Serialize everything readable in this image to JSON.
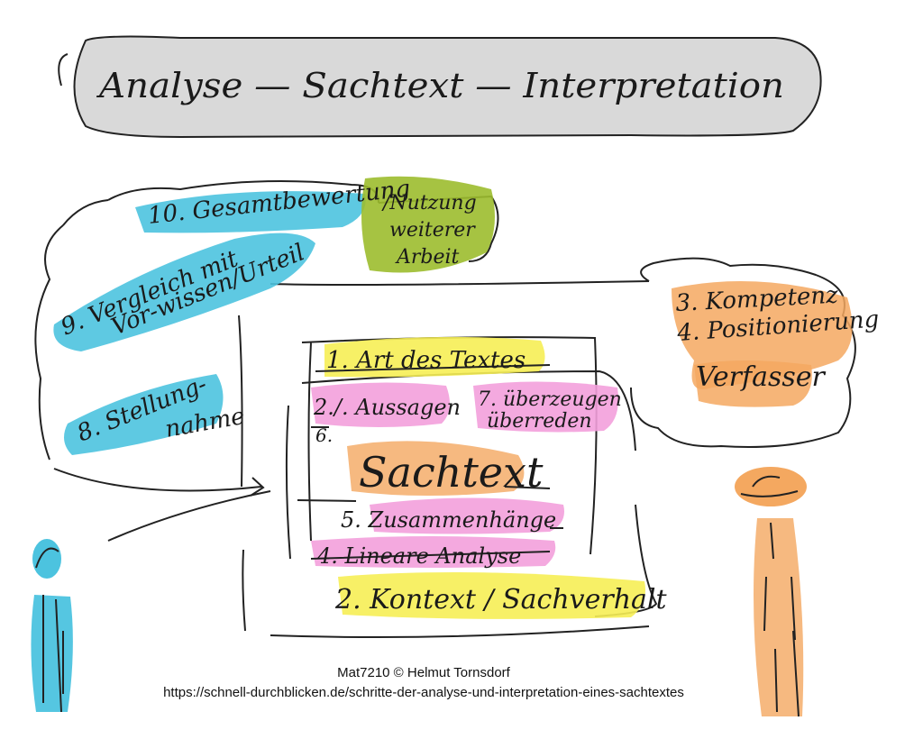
{
  "title": "Analyse — Sachtext — Interpretation",
  "left_cloud": {
    "item10": "10. Gesamtbewertung",
    "nutzung": [
      "/Nutzung",
      "weiterer",
      "Arbeit"
    ],
    "item9": [
      "9. Vergleich mit",
      "Vor-wissen/Urteil"
    ],
    "item8": [
      "8. Stellung-",
      "nahme"
    ]
  },
  "right_cloud": {
    "item3": "3. Kompetenz",
    "item4": "4. Positionierung",
    "verfasser": "Verfasser"
  },
  "center_box": {
    "item1": "1. Art des Textes",
    "item2_6": [
      "2./. Aussagen",
      "6."
    ],
    "item7": [
      "7. überzeugen",
      "überreden"
    ],
    "center": "Sachtext",
    "item5": "5. Zusammenhänge",
    "item4": "4. Lineare Analyse",
    "item2": "2. Kontext / Sachverhalt"
  },
  "credit": {
    "line1": "Mat7210  © Helmut Tornsdorf",
    "line2": "https://schnell-durchblicken.de/schritte-der-analyse-und-interpretation-eines-sachtextes"
  },
  "colors": {
    "cyan": "#4cc3df",
    "green": "#9cbd2e",
    "orange": "#f4a860",
    "yellow": "#f6ee55",
    "pink": "#f3a0dc",
    "gray": "#d6d6d6"
  }
}
